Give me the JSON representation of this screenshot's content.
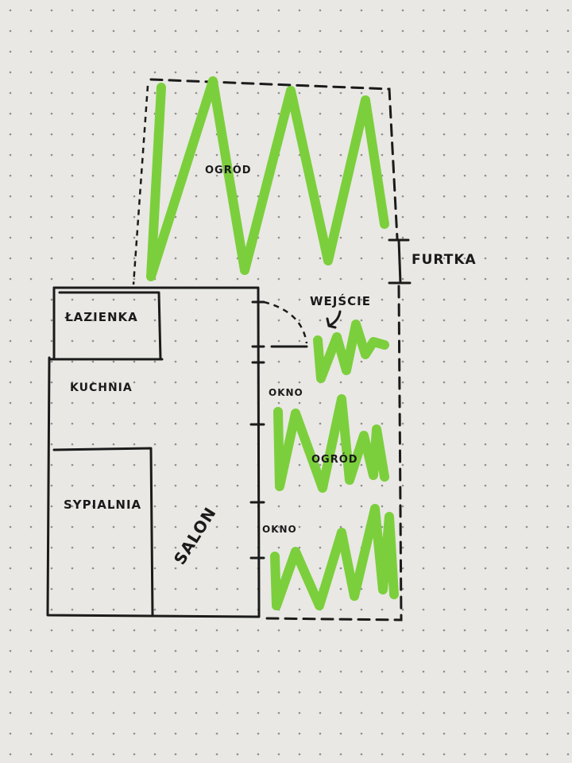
{
  "colors": {
    "paper": "#e9e8e4",
    "ink": "#1b1b1b",
    "garden_green": "#7ccf3c"
  },
  "labels": {
    "garden_top": "OGRÓD",
    "gate": "FURTKA",
    "entrance": "WEJŚCIE",
    "bathroom": "ŁAZIENKA",
    "kitchen": "KUCHNIA",
    "bedroom": "SYPIALNIA",
    "living_room": "SALON",
    "window_upper": "OKNO",
    "window_lower": "OKNO",
    "garden_side": "OGRÓD"
  },
  "icons": {
    "entrance_arrow": "curved-arrow-icon",
    "door_swing": "door-swing-icon"
  }
}
